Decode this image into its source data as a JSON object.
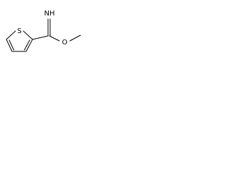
{
  "structure": {
    "atoms": {
      "sulfur": "S",
      "imine_nh": "NH",
      "oxygen": "O"
    }
  },
  "colors": {
    "background": "#ffffff",
    "bond": "#000000",
    "label": "#000000"
  }
}
